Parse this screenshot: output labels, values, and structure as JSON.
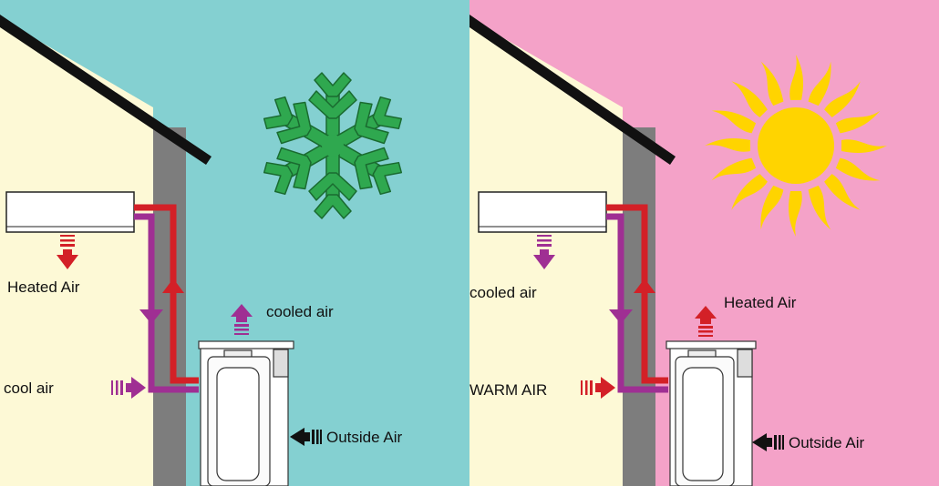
{
  "colors": {
    "sky_cool": "#84d0d1",
    "sky_warm": "#f4a2c8",
    "wall_interior": "#fdf9d6",
    "wall_gray": "#7d7d7d",
    "roof": "#111111",
    "refrigerant_hot": "#d32027",
    "refrigerant_cool": "#9f2f93",
    "snowflake": "#2fa84f",
    "sun": "#ffd400"
  },
  "icons": [
    "snowflake-icon",
    "sun-icon",
    "indoor-unit-icon",
    "outdoor-unit-icon",
    "arrow-icon"
  ],
  "left_panel": {
    "mode": "cooling",
    "labels": {
      "indoor_output": "Heated Air",
      "wall_input": "cool air",
      "outdoor_output": "cooled air",
      "outdoor_input": "Outside Air"
    }
  },
  "right_panel": {
    "mode": "heating",
    "labels": {
      "indoor_output": "cooled air",
      "wall_input": "WARM AIR",
      "outdoor_output": "Heated Air",
      "outdoor_input": "Outside Air"
    }
  }
}
